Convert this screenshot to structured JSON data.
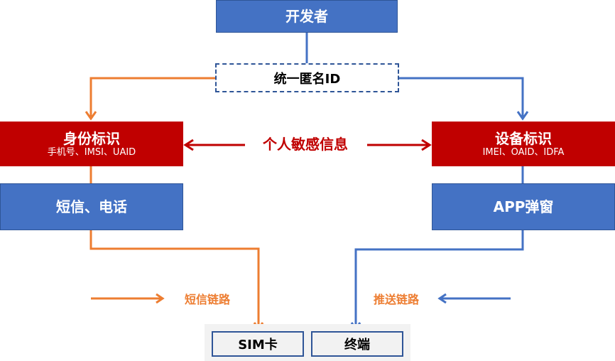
{
  "developer": {
    "label": "开发者"
  },
  "unified_id": {
    "label": "统一匿名ID"
  },
  "identity": {
    "title": "身份标识",
    "subtitle": "手机号、IMSI、UAID"
  },
  "device_id": {
    "title": "设备标识",
    "subtitle": "IMEI、OAID、IDFA"
  },
  "sensitive": {
    "label": "个人敏感信息"
  },
  "sms_call": {
    "label": "短信、电话"
  },
  "app_popup": {
    "label": "APP弹窗"
  },
  "sms_link": {
    "label": "短信链路"
  },
  "push_link": {
    "label": "推送链路"
  },
  "terminals": {
    "sim": "SIM卡",
    "device": "终端"
  },
  "colors": {
    "blue": "#4472c4",
    "red": "#c00000",
    "orange": "#ed7d31",
    "dark_blue": "#2f5597"
  }
}
